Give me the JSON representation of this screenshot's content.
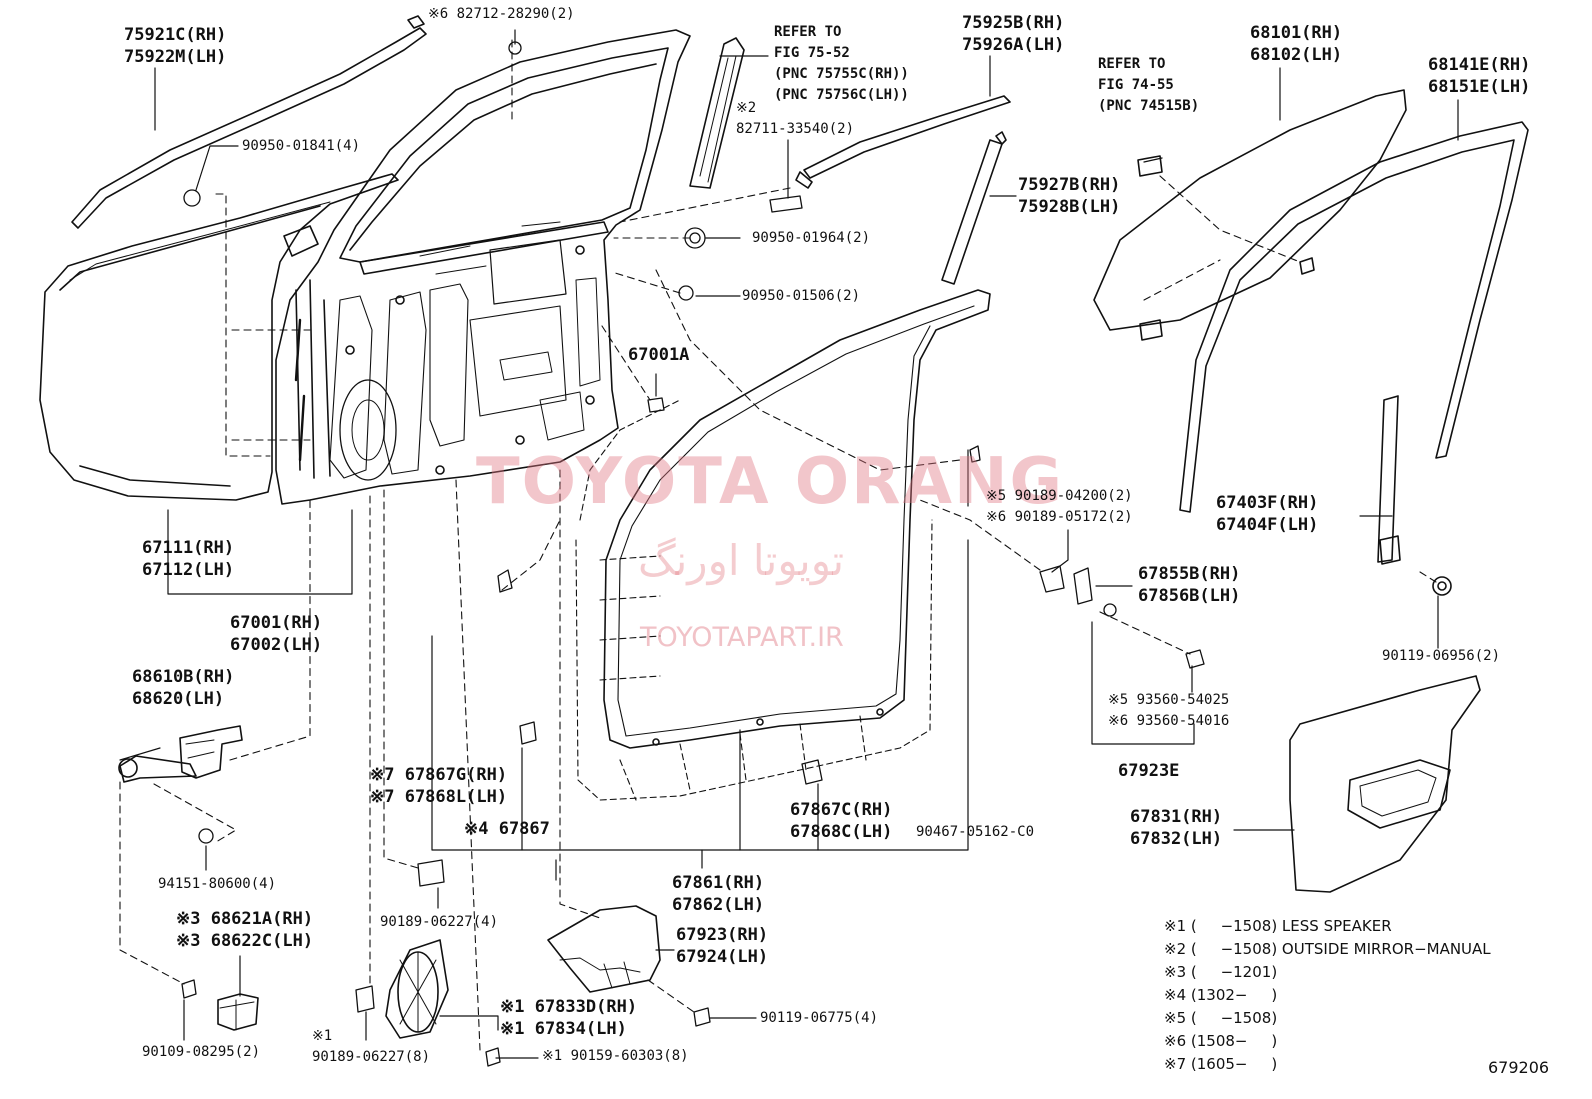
{
  "watermark": {
    "latin": "TOYOTA ORANG",
    "persian": "تویوتا اورنگ",
    "site": "TOYOTAPART.IR",
    "color": "#e17882"
  },
  "labels": {
    "p75921": "75921C(RH)\n75922M(LH)",
    "p82712": "※6 82712-28290(2)",
    "p90950_01841": "90950-01841(4)",
    "ref7552": "REFER TO\nFIG 75-52\n(PNC 75755C(RH))\n(PNC 75756C(LH))",
    "p82711": "※2\n82711-33540(2)",
    "p75925": "75925B(RH)\n75926A(LH)",
    "ref7455": "REFER TO\nFIG 74-55\n(PNC 74515B)",
    "p68101": "68101(RH)\n68102(LH)",
    "p68141": "68141E(RH)\n68151E(LH)",
    "p90950_01964": "90950-01964(2)",
    "p75927": "75927B(RH)\n75928B(LH)",
    "p90950_01506": "90950-01506(2)",
    "p67001A": "67001A",
    "p90189_04200": "※5 90189-04200(2)\n※6 90189-05172(2)",
    "p67403": "67403F(RH)\n67404F(LH)",
    "p67111": "67111(RH)\n67112(LH)",
    "p67855": "67855B(RH)\n67856B(LH)",
    "p67001": "67001(RH)\n67002(LH)",
    "p90119_06956": "90119-06956(2)",
    "p68610": "68610B(RH)\n68620(LH)",
    "p93560": "※5 93560-54025\n※6 93560-54016",
    "p67923E": "67923E",
    "p67867G": "※7 67867G(RH)\n※7 67868L(LH)",
    "p67831": "67831(RH)\n67832(LH)",
    "p67867": "※4 67867",
    "p67867C": "67867C(RH)\n67868C(LH)",
    "p90467": "90467-05162-C0",
    "p94151": "94151-80600(4)",
    "p67861": "67861(RH)\n67862(LH)",
    "p90189_06227a": "90189-06227(4)",
    "p68621": "※3 68621A(RH)\n※3 68622C(LH)",
    "p67923": "67923(RH)\n67924(LH)",
    "p67833": "※1 67833D(RH)\n※1 67834(LH)",
    "p90119_06775": "90119-06775(4)",
    "p90109": "90109-08295(2)",
    "p90189_06227b": "※1\n90189-06227(8)",
    "p90159": "※1 90159-60303(8)"
  },
  "notes": [
    "※1 (     −1508) LESS SPEAKER",
    "※2 (     −1508) OUTSIDE MIRROR−MANUAL",
    "※3 (     −1201)",
    "※4 (1302−     )",
    "※5 (     −1508)",
    "※6 (1508−     )",
    "※7 (1605−     )"
  ],
  "figure_number": "679206"
}
